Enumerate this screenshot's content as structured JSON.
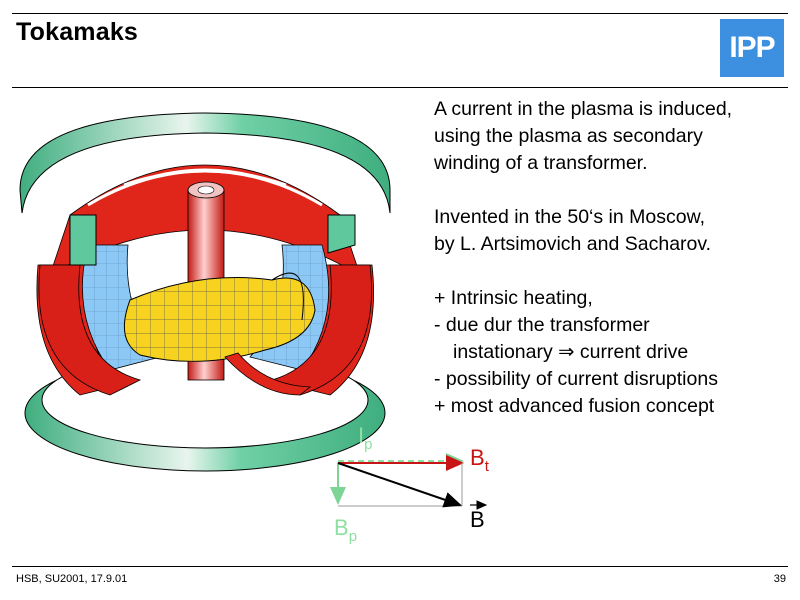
{
  "slide": {
    "title": "Tokamaks",
    "logo_text": "IPP",
    "paragraphs": [
      "A current in the plasma is induced,",
      "using the plasma as secondary",
      "winding of a transformer.",
      "Invented in the 50‘s in Moscow,",
      "by L. Artsimovich and Sacharov.",
      "+ Intrinsic heating,",
      "-  due dur the transformer",
      "instationary ⇒ current drive",
      "-  possibility of current disruptions",
      "+ most advanced fusion concept"
    ]
  },
  "diagram": {
    "current_label": "I",
    "current_sub": "p",
    "toroidal_label": "B",
    "toroidal_sub": "t",
    "poloidal_label": "B",
    "poloidal_sub": "p",
    "total_label": "B",
    "colors": {
      "coil_green": "#5fc99d",
      "field_coil_red": "#e0251b",
      "vessel_blue": "#8cc8f5",
      "plasma_yellow": "#f7d21e",
      "ip_green": "#8ee0a0",
      "bt_red": "#c81414"
    }
  },
  "footer": {
    "left": "HSB, SU2001, 17.9.01",
    "page": "39"
  }
}
